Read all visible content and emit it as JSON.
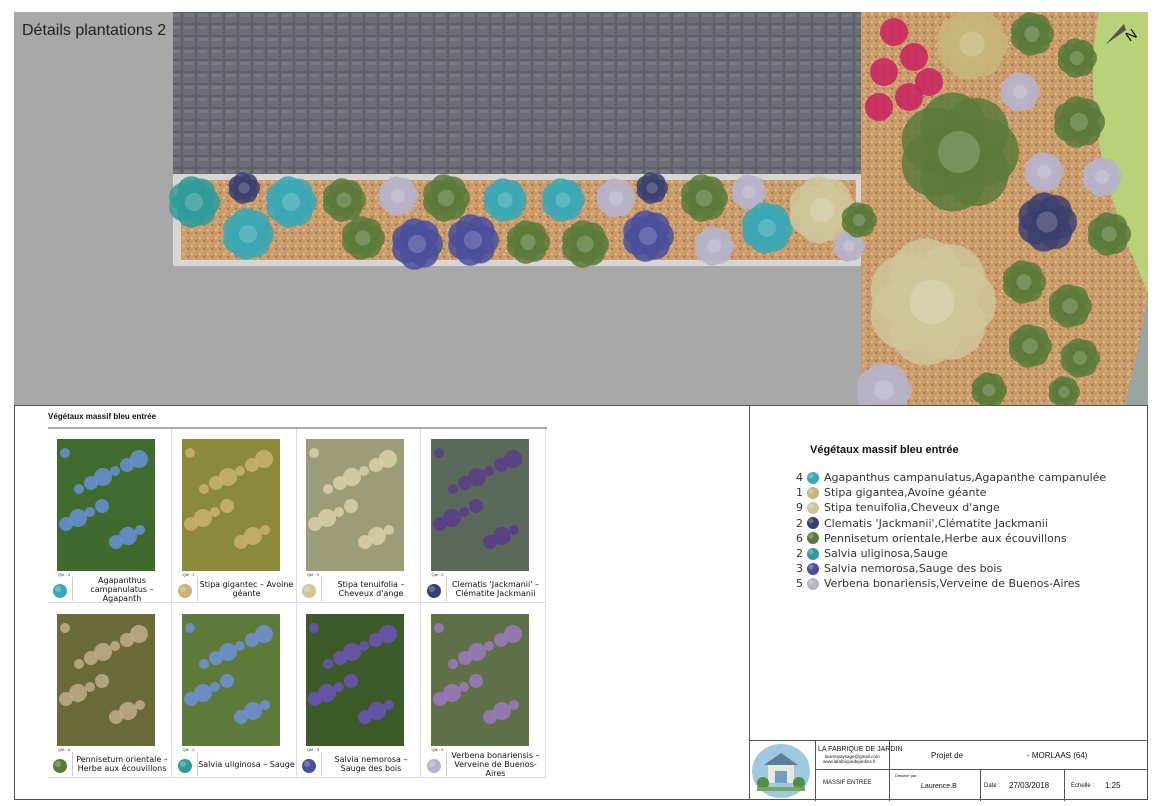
{
  "plan": {
    "title": "Détails plantations 2",
    "compass_label": "N"
  },
  "catalog": {
    "title": "Végétaux massif bleu entrée",
    "items": [
      {
        "qty_label": "Qté : 4",
        "caption": "Agapanthus campanulatus – Agapanth",
        "photo": "agapanthus-photo",
        "color": "#3aa8b5"
      },
      {
        "qty_label": "Qté : 1",
        "caption": "Stipa gigantec – Avoine géante",
        "photo": "stipa-gigantea-photo",
        "color": "#c7b57a"
      },
      {
        "qty_label": "Qté : 9",
        "caption": "Stipa tenuifolia – Cheveux d'ange",
        "photo": "stipa-tenuifolia-photo",
        "color": "#cfc59a"
      },
      {
        "qty_label": "Qté : 2",
        "caption": "Clematis 'Jackmanii' – Clématite Jackmanii",
        "photo": "clematis-photo",
        "color": "#3c3f6e"
      },
      {
        "qty_label": "Qté : 6",
        "caption": "Pennisetum orientale – Herbe aux écouvillons",
        "photo": "pennisetum-photo",
        "color": "#5b7a3a"
      },
      {
        "qty_label": "Qté : 2",
        "caption": "Salvia uliginosa – Sauge",
        "photo": "salvia-uliginosa-photo",
        "color": "#2f9c9a"
      },
      {
        "qty_label": "Qté : 3",
        "caption": "Salvia nemorosa – Sauge des bois",
        "photo": "salvia-nemorosa-photo",
        "color": "#4a4f9c"
      },
      {
        "qty_label": "Qté : 5",
        "caption": "Verbena bonariensis – Verveine de Buenos-Aires",
        "photo": "verbena-photo",
        "color": "#b7b3c9"
      }
    ]
  },
  "legend": {
    "title": "Végétaux massif bleu entrée",
    "rows": [
      {
        "count": "4",
        "label": "Agapanthus campanulatus,Agapanthe campanulée",
        "color": "#3aa8b5"
      },
      {
        "count": "1",
        "label": "Stipa gigantea,Avoine géante",
        "color": "#c7b57a"
      },
      {
        "count": "9",
        "label": "Stipa tenuifolia,Cheveux d'ange",
        "color": "#cfc59a"
      },
      {
        "count": "2",
        "label": "Clematis 'Jackmanii',Clématite Jackmanii",
        "color": "#3c3f6e"
      },
      {
        "count": "6",
        "label": "Pennisetum orientale,Herbe aux écouvillons",
        "color": "#5b7a3a"
      },
      {
        "count": "2",
        "label": "Salvia uliginosa,Sauge",
        "color": "#2f9c9a"
      },
      {
        "count": "3",
        "label": "Salvia nemorosa,Sauge des bois",
        "color": "#4a4f9c"
      },
      {
        "count": "5",
        "label": "Verbena bonariensis,Verveine de Buenos-Aires",
        "color": "#b7b3c9"
      }
    ]
  },
  "titleblock": {
    "company": "LA FABRIQUE DE JARDIN",
    "email": "laurenpaysage@gmail.com",
    "website": "www.lafabriquedejardins.fr",
    "project_label": "Projet de",
    "project_value": "- MORLAAS (64)",
    "drawing": "MASSIF ENTREE",
    "drawn_by_label": "Dessiné par :",
    "drawn_by": "Laurence.B",
    "date_label": "Date :",
    "date": "27/03/2018",
    "scale_label": "Echelle :",
    "scale": "1:25"
  }
}
